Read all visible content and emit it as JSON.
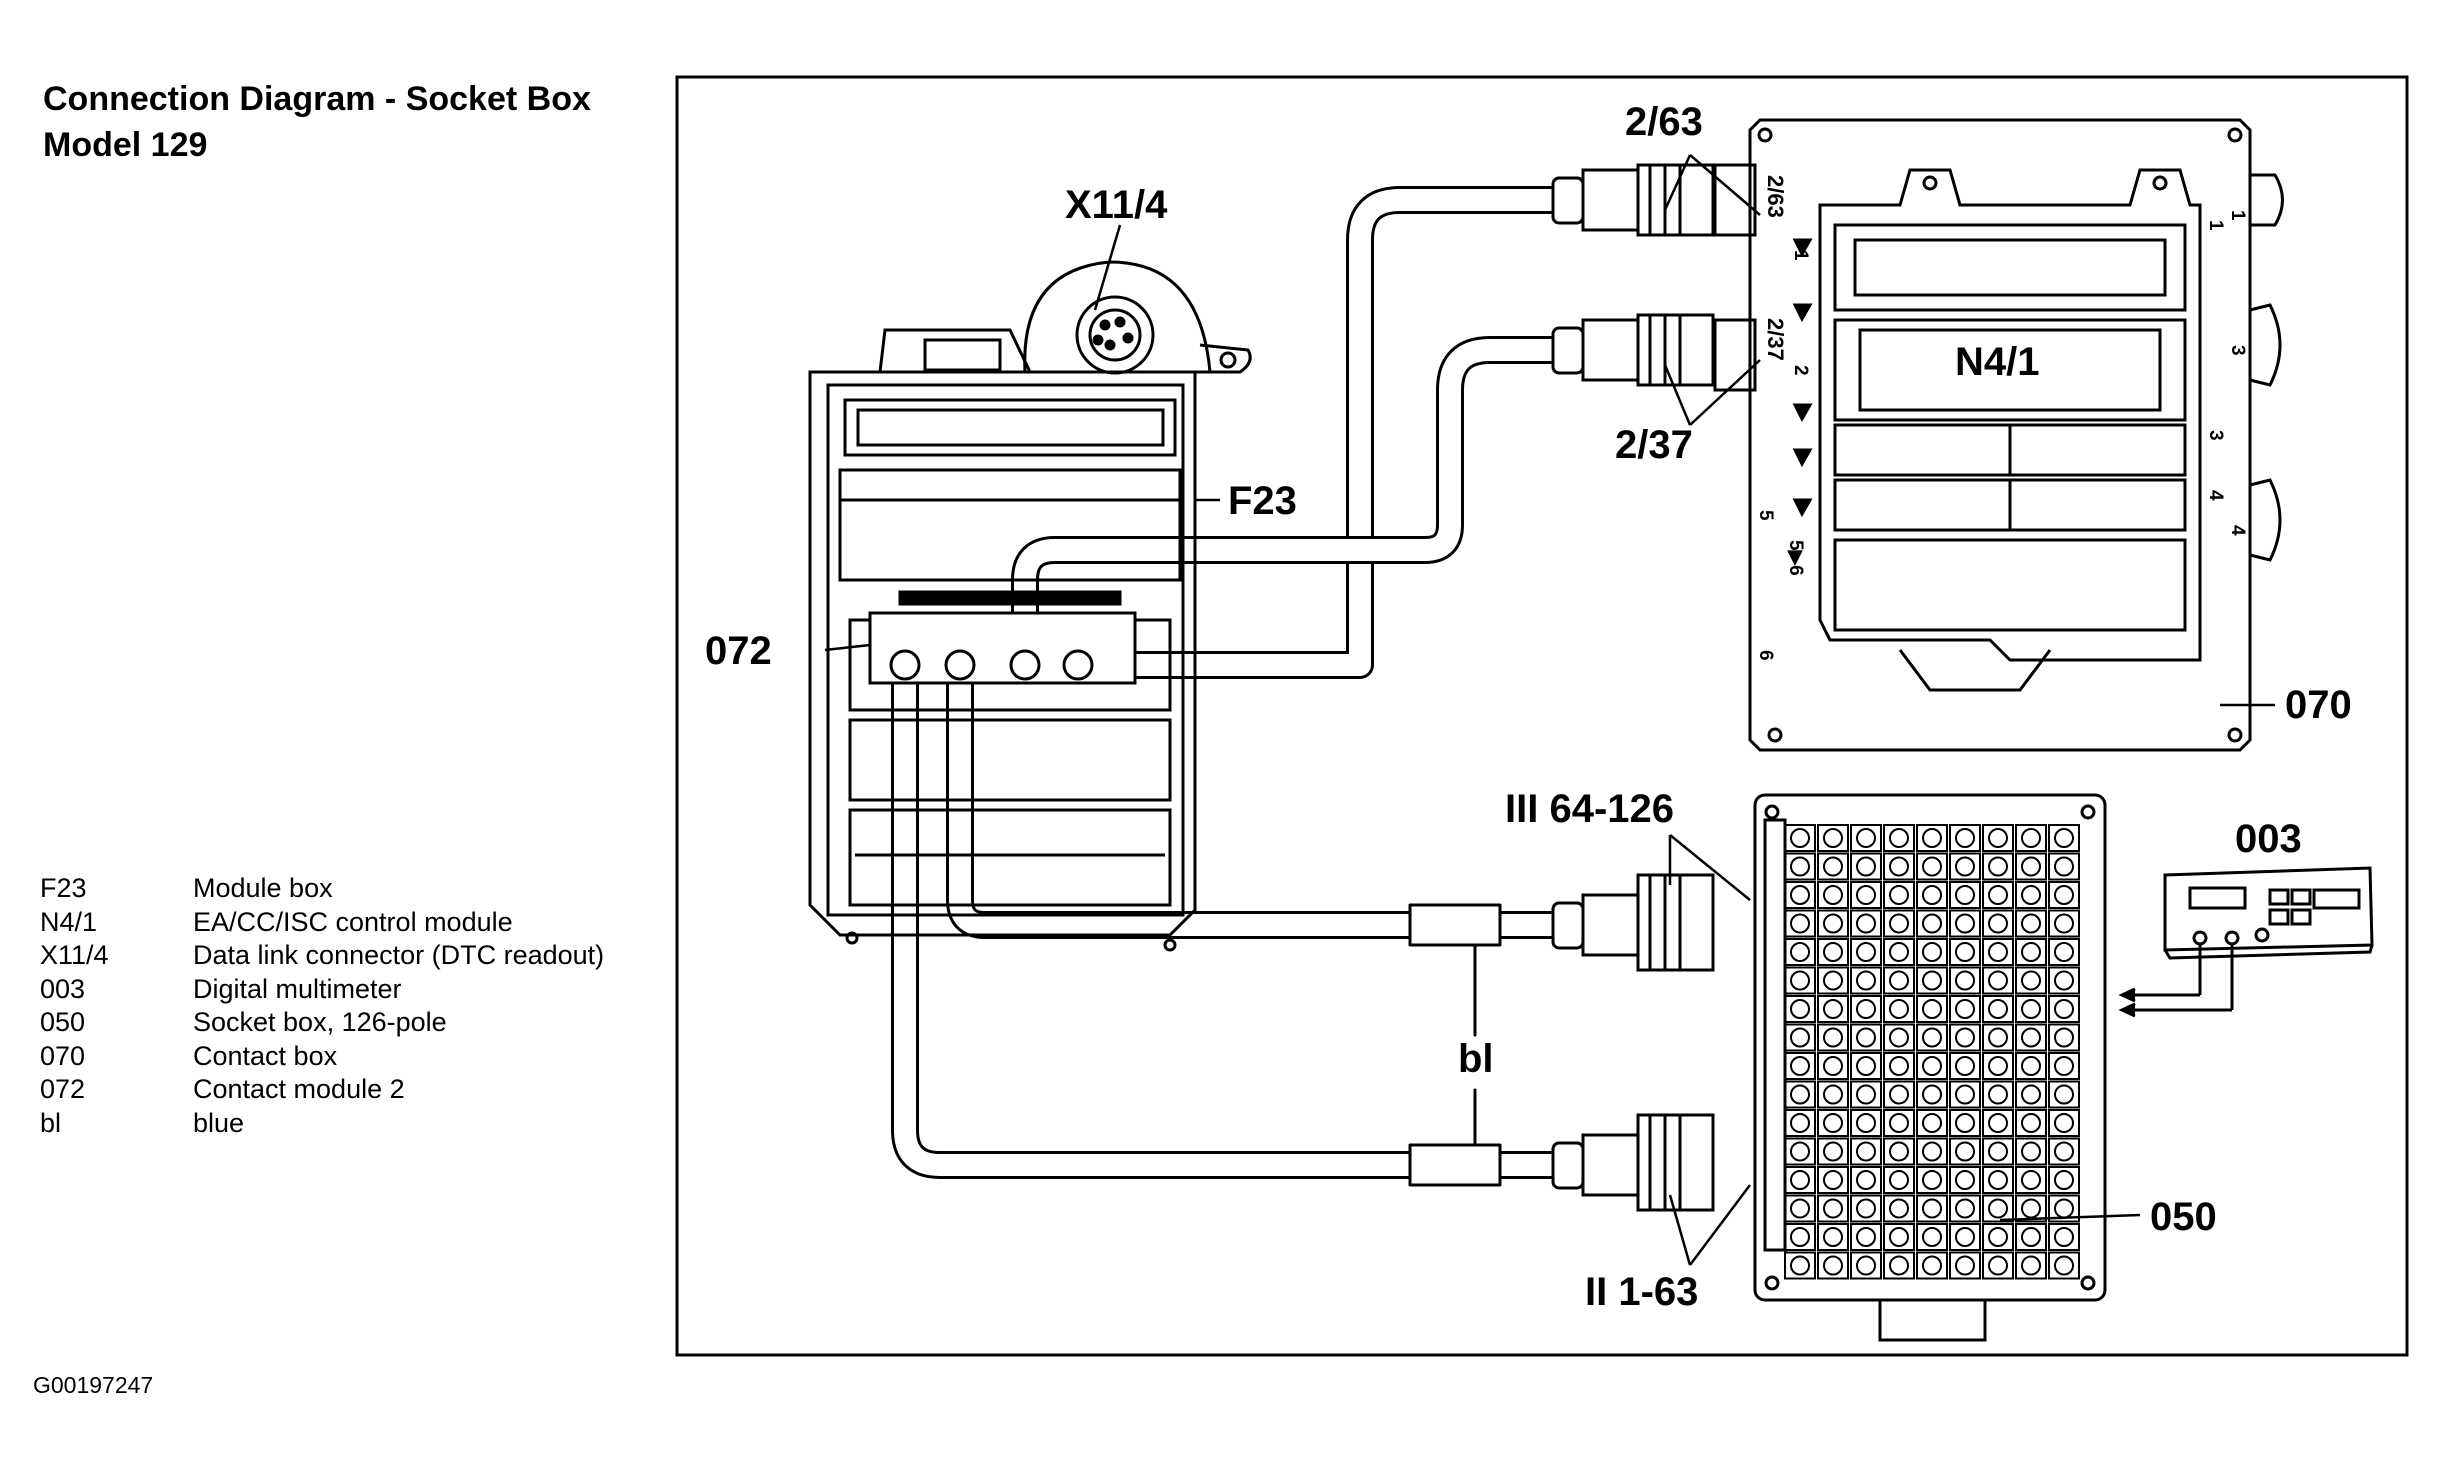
{
  "title": {
    "line1": "Connection Diagram - Socket Box",
    "line2": "Model 129"
  },
  "legend": [
    {
      "code": "F23",
      "text": "Module box"
    },
    {
      "code": "N4/1",
      "text": "EA/CC/ISC control module"
    },
    {
      "code": "X11/4",
      "text": "Data link connector (DTC readout)"
    },
    {
      "code": "003",
      "text": "Digital multimeter"
    },
    {
      "code": "050",
      "text": "Socket box, 126-pole"
    },
    {
      "code": "070",
      "text": "Contact box"
    },
    {
      "code": "072",
      "text": "Contact module 2"
    },
    {
      "code": "bl",
      "text": "blue"
    }
  ],
  "callouts": {
    "x11_4": "X11/4",
    "f23": "F23",
    "c072": "072",
    "c2_63": "2/63",
    "c2_37": "2/37",
    "n4_1": "N4/1",
    "c070": "070",
    "c003": "003",
    "c050": "050",
    "iii_64_126": "III 64-126",
    "ii_1_63": "II 1-63",
    "bl": "bl"
  },
  "connector_labels": {
    "a2_63": "2/63",
    "a2_37": "2/37",
    "n1": "1",
    "n2": "2",
    "n3": "3",
    "n4": "4",
    "n5": "5",
    "n5_6": "5▶6",
    "n6": "6",
    "r1": "1",
    "r3": "3",
    "r4": "4"
  },
  "figure_id": "G00197247"
}
